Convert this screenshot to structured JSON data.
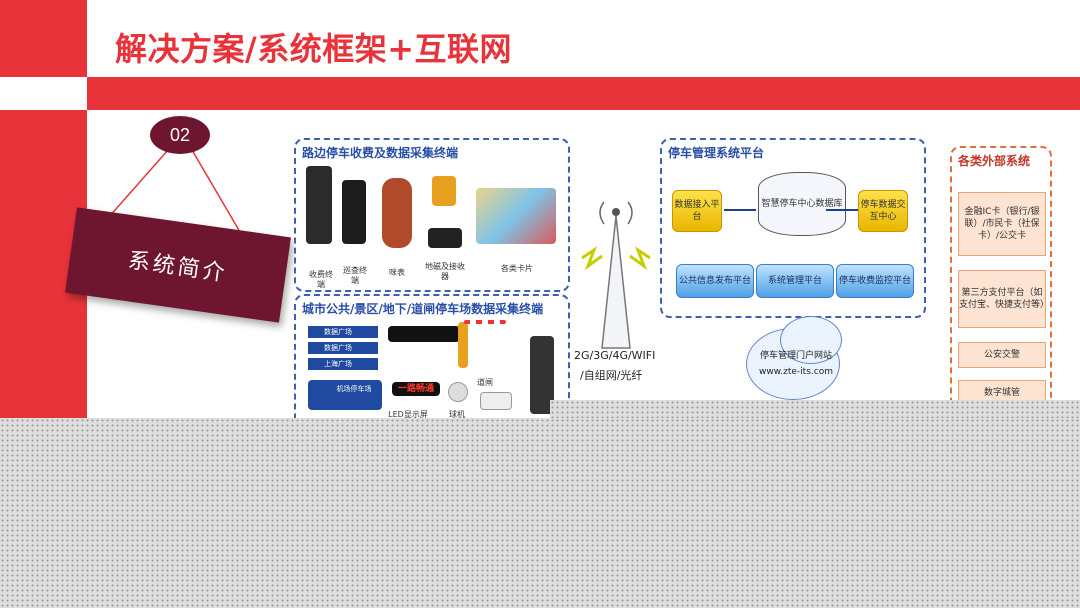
{
  "slide": {
    "title": "解决方案/系统框架+互联网",
    "badge_number": "02",
    "section_label": "系统简介"
  },
  "colors": {
    "accent_red": "#e8333a",
    "card_maroon": "#6e1530",
    "diagram_blue": "#3f5fb0",
    "diagram_orange": "#e0703a"
  },
  "diagram": {
    "roadside": {
      "title": "路边停车收费及数据采集终端",
      "devices": [
        "收费终端",
        "巡查终端",
        "咪表",
        "地磁及接收器",
        "各类卡片"
      ]
    },
    "city": {
      "title": "城市公共/景区/地下/道闸停车场数据采集终端",
      "sign_lines": [
        "数据广场",
        "数据广场",
        "上海广场"
      ],
      "parking_sign": "机场停车场",
      "display_text": "一路畅通",
      "devices": [
        "LED显示屏",
        "球机",
        "道闸"
      ]
    },
    "network": {
      "line1": "2G/3G/4G/WIFI",
      "line2": "/自组网/光纤"
    },
    "platform": {
      "title": "停车管理系统平台",
      "data_access": "数据接入平台",
      "center_db": "智慧停车中心数据库",
      "data_exchange": "停车数据交互中心",
      "publish": "公共信息发布平台",
      "manage": "系统管理平台",
      "monitor": "停车收费监控平台"
    },
    "portal": {
      "name": "停车管理门户网站",
      "url": "www.zte-its.com"
    },
    "external": {
      "title": "各类外部系统",
      "items": [
        "金融IC卡（银行/银联）/市民卡（社保卡）/公交卡",
        "第三方支付平台（如支付宝、快捷支付等）",
        "公安交警",
        "数字城管"
      ]
    }
  }
}
